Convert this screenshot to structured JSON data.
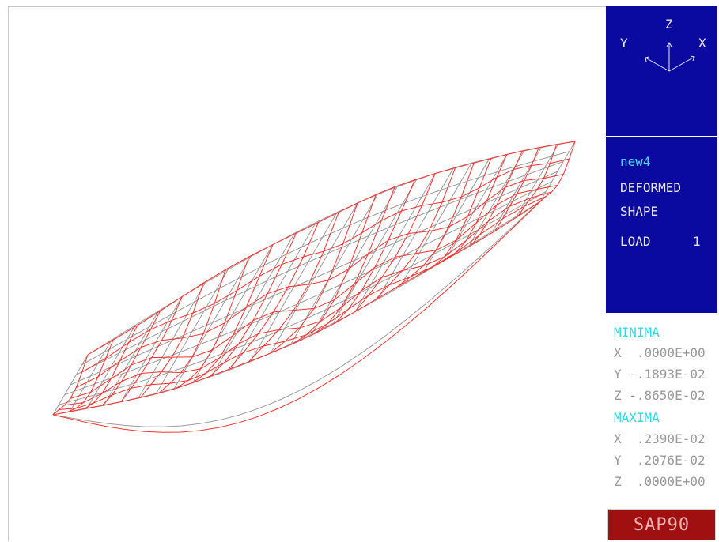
{
  "axes": {
    "z_label": "Z",
    "y_label": "Y",
    "x_label": "X"
  },
  "model": {
    "name": "new4",
    "view_line1": "DEFORMED",
    "view_line2": "SHAPE",
    "load_label": "LOAD",
    "load_number": "1"
  },
  "minima": {
    "title": "MINIMA",
    "x": "X  .0000E+00",
    "y": "Y -.1893E-02",
    "z": "Z -.8650E-02"
  },
  "maxima": {
    "title": "MAXIMA",
    "x": "X  .2390E-02",
    "y": "Y  .2076E-02",
    "z": "Z  .0000E+00"
  },
  "app_logo": "SAP90",
  "colors": {
    "panel": "#0a0aa0",
    "undeformed_mesh": "#9a9a9a",
    "deformed_mesh": "#ff3030",
    "accent": "#40e0ff",
    "logo_bg": "#a01010"
  }
}
